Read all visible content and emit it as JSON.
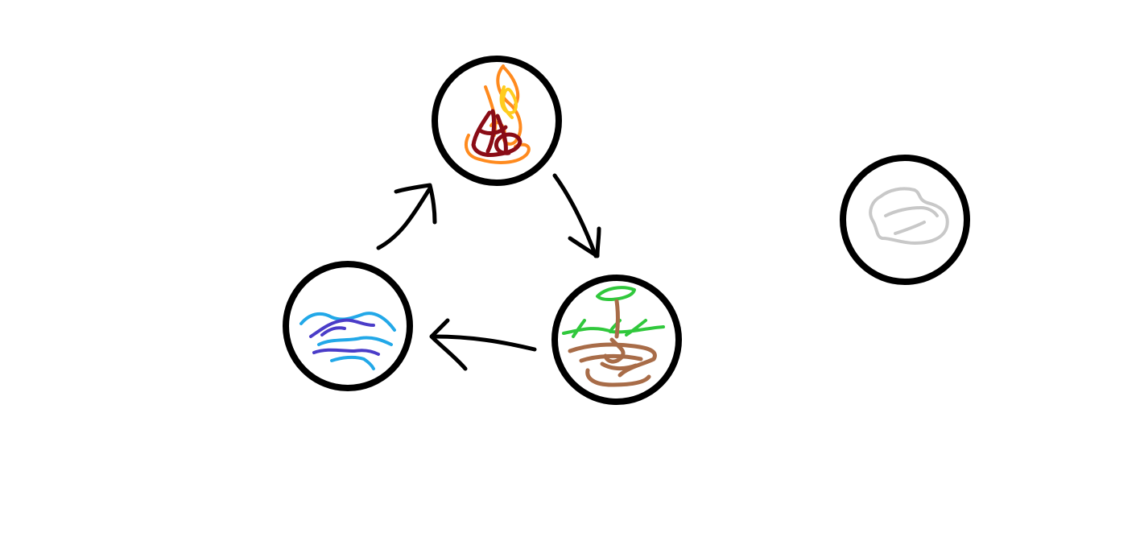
{
  "diagram": {
    "nodes": [
      {
        "id": "fire",
        "icon": "fire-icon",
        "colors": [
          "#ff8a1e",
          "#ffcc1e",
          "#8a0c16"
        ]
      },
      {
        "id": "earth",
        "icon": "earth-plant-icon",
        "colors": [
          "#30c83c",
          "#a86c48"
        ]
      },
      {
        "id": "water",
        "icon": "water-waves-icon",
        "colors": [
          "#22a8e8",
          "#4a3cc8"
        ]
      },
      {
        "id": "rock",
        "icon": "rock-icon",
        "colors": [
          "#c8c8c8"
        ]
      }
    ],
    "edges": [
      {
        "from": "fire",
        "to": "earth"
      },
      {
        "from": "earth",
        "to": "water"
      },
      {
        "from": "water",
        "to": "fire"
      }
    ],
    "ring_color": "#000000",
    "background": "#ffffff"
  }
}
